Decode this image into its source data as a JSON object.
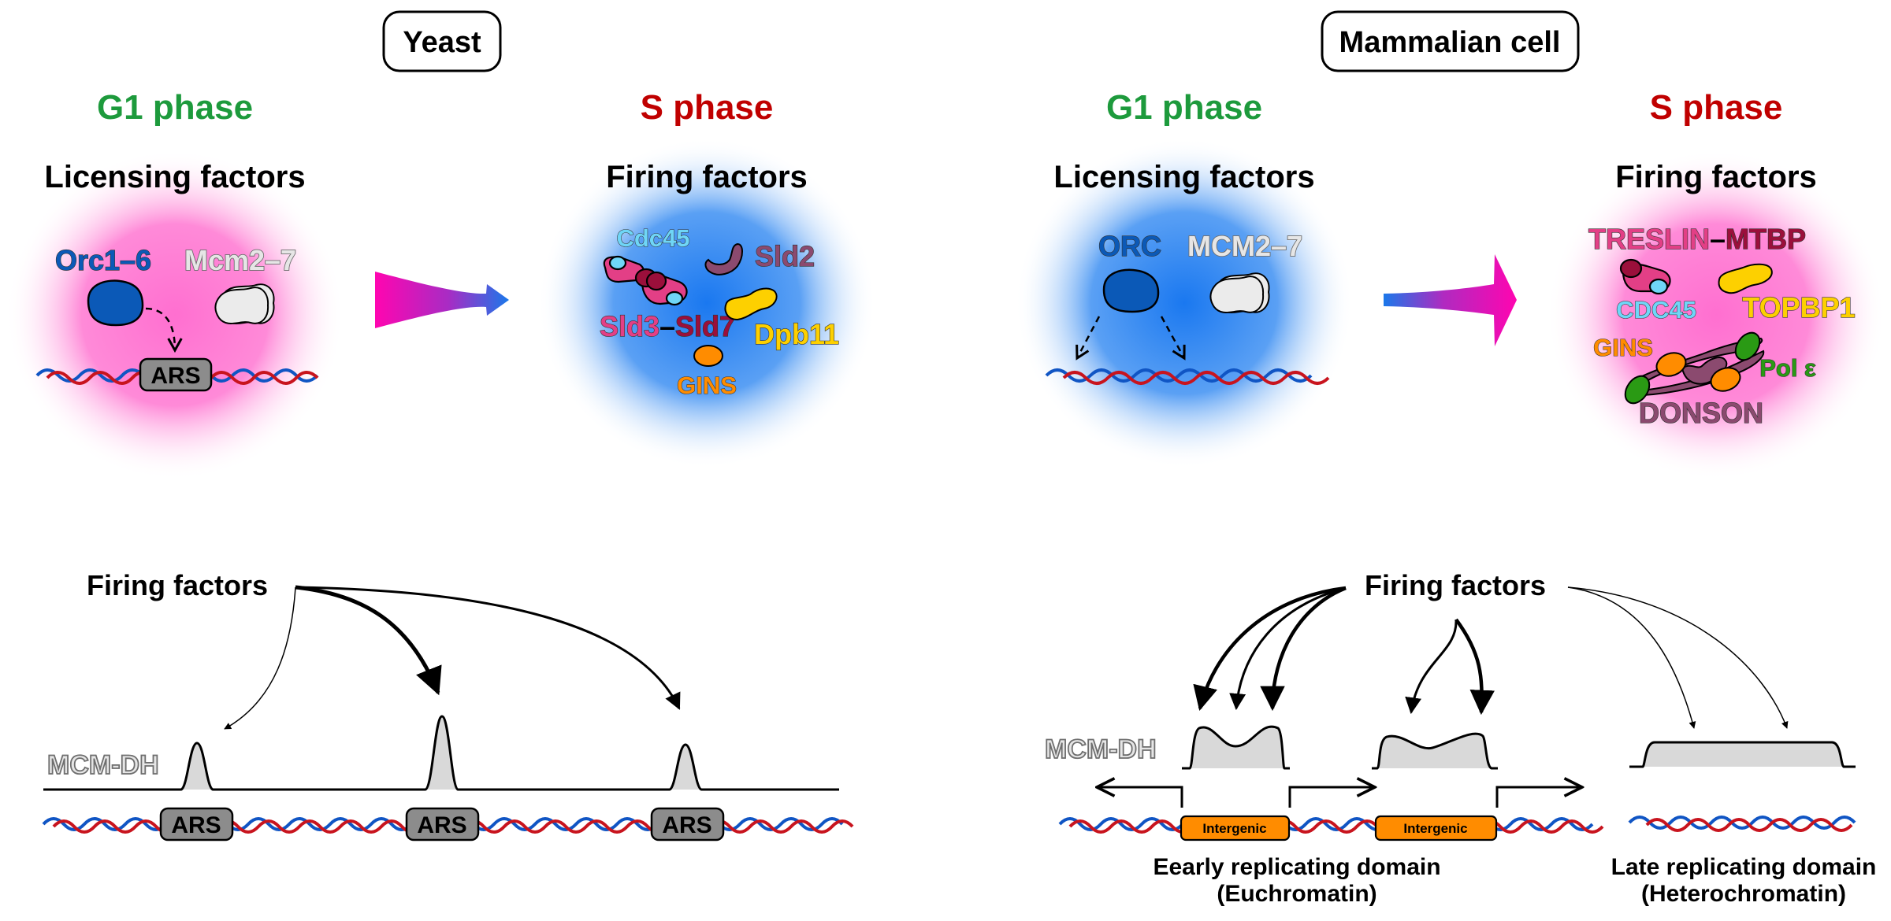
{
  "figure": {
    "panels": {
      "yeast": {
        "title": "Yeast",
        "g1": {
          "phase_label": "G1 phase",
          "heading": "Licensing factors",
          "proteins": [
            "Orc1–6",
            "Mcm2–7"
          ],
          "origin_label": "ARS"
        },
        "s": {
          "phase_label": "S phase",
          "heading": "Firing factors",
          "proteins": {
            "cdc45": "Cdc45",
            "sld2": "Sld2",
            "sld3": "Sld3",
            "dash": "–",
            "sld7": "Sld7",
            "dpb11": "Dpb11",
            "gins": "GINS"
          }
        },
        "bottom": {
          "source_label": "Firing factors",
          "track_label": "MCM-DH",
          "origin_labels": [
            "ARS",
            "ARS",
            "ARS"
          ],
          "relative_peak_heights": [
            0.62,
            1.0,
            0.6
          ]
        }
      },
      "mammalian": {
        "title": "Mammalian cell",
        "g1": {
          "phase_label": "G1 phase",
          "heading": "Licensing factors",
          "proteins": [
            "ORC",
            "MCM2–7"
          ]
        },
        "s": {
          "phase_label": "S phase",
          "heading": "Firing factors",
          "proteins": {
            "treslin": "TRESLIN",
            "dash": "–",
            "mtbp": "MTBP",
            "cdc45": "CDC45",
            "topbp1": "TOPBP1",
            "gins": "GINS",
            "pol": "Pol ε",
            "donson": "DONSON"
          }
        },
        "bottom": {
          "source_label": "Firing factors",
          "track_label": "MCM-DH",
          "intergenic_labels": [
            "Intergenic",
            "Intergenic"
          ],
          "early_domain": [
            "Eearly replicating domain",
            "(Euchromatin)"
          ],
          "late_domain": [
            "Late replicating domain",
            "(Heterochromatin)"
          ]
        }
      }
    },
    "colors": {
      "g1_green": "#1d9a3c",
      "s_red": "#c00000",
      "licensing_pink": "#ff6fd0",
      "firing_blue": "#1a78f0",
      "orc_blue": "#0b59b7",
      "mcm_gray": "#e6e6e6",
      "cdc45_cyan": "#6fd6f7",
      "sld3_pink": "#e33f86",
      "sld7_maroon": "#9b0f3b",
      "sld2_mauve": "#8b4a6f",
      "dpb11_yellow": "#fdd000",
      "gins_orange": "#ff8c00",
      "pol_green": "#2a9a14",
      "donson_mauve": "#8b4a6f",
      "ars_gray": "#8c8c8c",
      "intergenic_orange": "#ff8c00",
      "dna_blue": "#1055c4",
      "dna_red": "#c8141e"
    }
  }
}
